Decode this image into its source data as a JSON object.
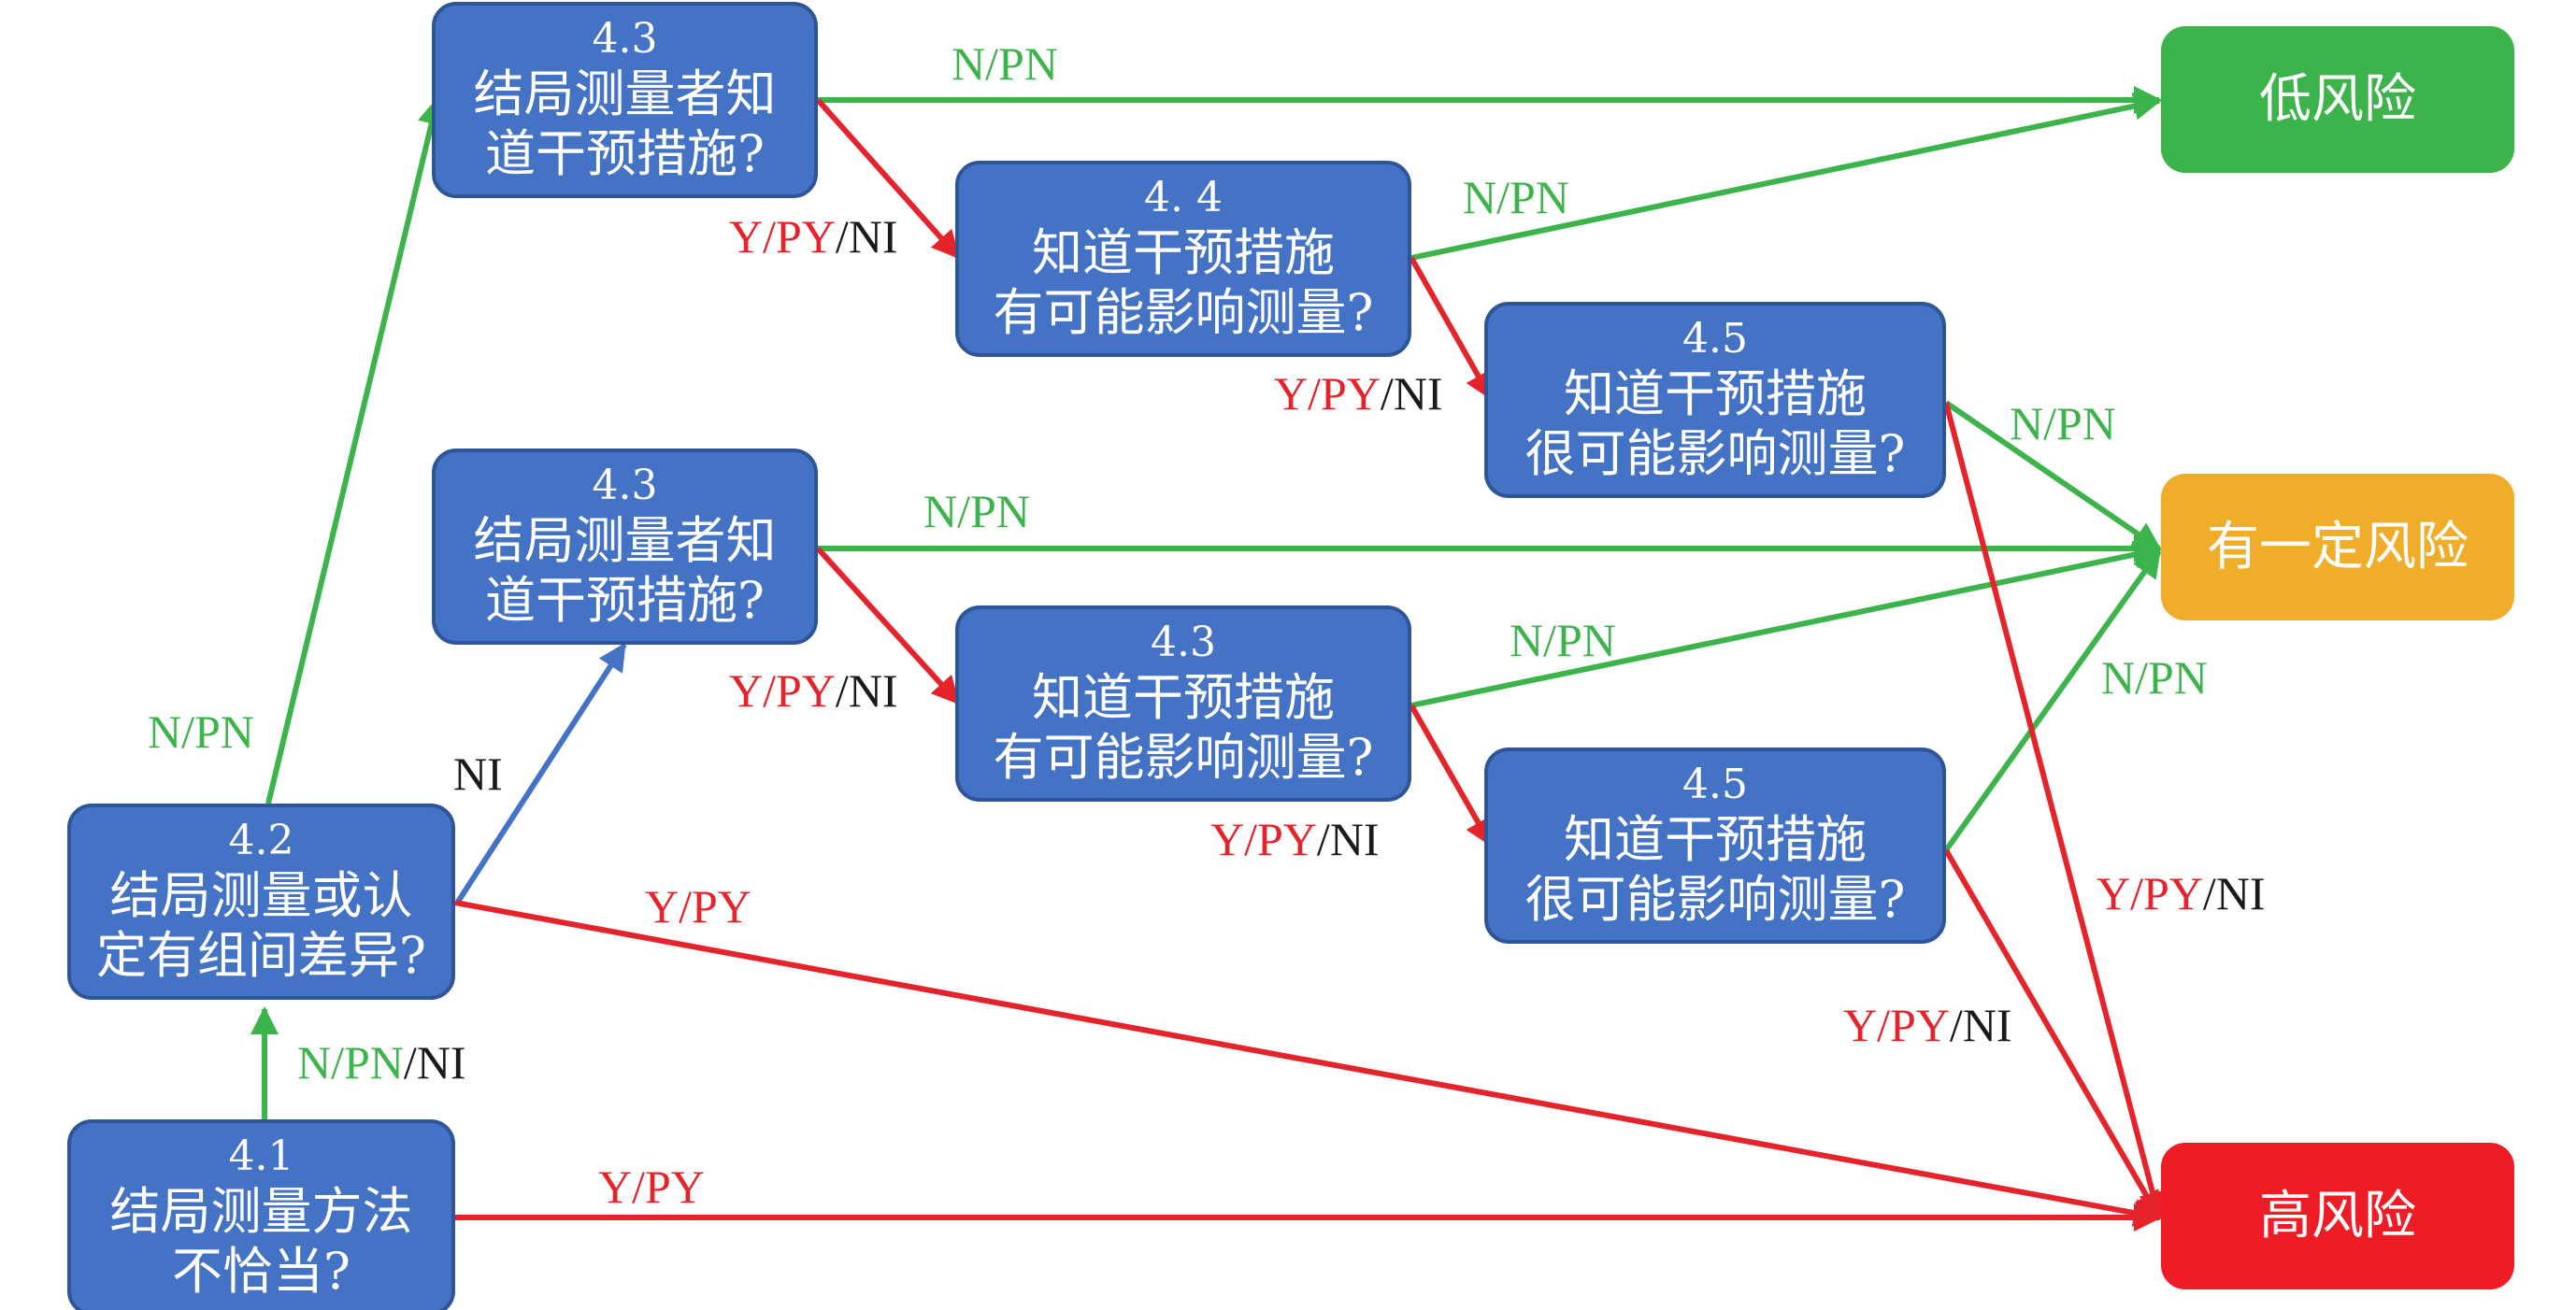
{
  "nodes": {
    "q41": {
      "num": "4.1",
      "lines": [
        "结局测量方法",
        "不恰当?"
      ]
    },
    "q42": {
      "num": "4.2",
      "lines": [
        "结局测量或认",
        "定有组间差异?"
      ]
    },
    "q43a": {
      "num": "4.3",
      "lines": [
        "结局测量者知",
        "道干预措施?"
      ]
    },
    "q44a": {
      "num": "4. 4",
      "lines": [
        "知道干预措施",
        "有可能影响测量?"
      ]
    },
    "q45a": {
      "num": "4.5",
      "lines": [
        "知道干预措施",
        "很可能影响测量?"
      ]
    },
    "q43b": {
      "num": "4.3",
      "lines": [
        "结局测量者知",
        "道干预措施?"
      ]
    },
    "q43c": {
      "num": "4.3",
      "lines": [
        "知道干预措施",
        "有可能影响测量?"
      ]
    },
    "q45b": {
      "num": "4.5",
      "lines": [
        "知道干预措施",
        "很可能影响测量?"
      ]
    },
    "low": {
      "label": "低风险"
    },
    "mid": {
      "label": "有一定风险"
    },
    "high": {
      "label": "高风险"
    }
  },
  "labels": {
    "l41_42": [
      {
        "text": "N/PN",
        "color": "green"
      },
      {
        "text": "/NI",
        "color": "black"
      }
    ],
    "l41_high": [
      {
        "text": "Y/PY",
        "color": "red"
      }
    ],
    "l42_43a": [
      {
        "text": "N/PN",
        "color": "green"
      }
    ],
    "l42_43b": [
      {
        "text": "NI",
        "color": "black"
      }
    ],
    "l42_high": [
      {
        "text": "Y/PY",
        "color": "red"
      }
    ],
    "l43a_low": [
      {
        "text": "N/PN",
        "color": "green"
      }
    ],
    "l43a_44a": [
      {
        "text": "Y/PY",
        "color": "red"
      },
      {
        "text": "/NI",
        "color": "black"
      }
    ],
    "l44a_low": [
      {
        "text": "N/PN",
        "color": "green"
      }
    ],
    "l44a_45a": [
      {
        "text": "Y/PY",
        "color": "red"
      },
      {
        "text": "/NI",
        "color": "black"
      }
    ],
    "l45a_mid": [
      {
        "text": "N/PN",
        "color": "green"
      }
    ],
    "l45a_high": [
      {
        "text": "Y/PY",
        "color": "red"
      },
      {
        "text": "/NI",
        "color": "black"
      }
    ],
    "l43b_mid": [
      {
        "text": "N/PN",
        "color": "green"
      }
    ],
    "l43b_43c": [
      {
        "text": "Y/PY",
        "color": "red"
      },
      {
        "text": "/NI",
        "color": "black"
      }
    ],
    "l43c_mid": [
      {
        "text": "N/PN",
        "color": "green"
      }
    ],
    "l43c_45b": [
      {
        "text": "Y/PY",
        "color": "red"
      },
      {
        "text": "/NI",
        "color": "black"
      }
    ],
    "l45b_mid": [
      {
        "text": "N/PN",
        "color": "green"
      }
    ],
    "l45b_high": [
      {
        "text": "Y/PY",
        "color": "red"
      },
      {
        "text": "/NI",
        "color": "black"
      }
    ]
  },
  "colors": {
    "green": "#3cb44b",
    "red": "#e5232b",
    "blue": "#4472c4",
    "black": "#1a1a1a",
    "low": "#3cb44b",
    "mid": "#f0ad2a",
    "high": "#ee1c25"
  }
}
